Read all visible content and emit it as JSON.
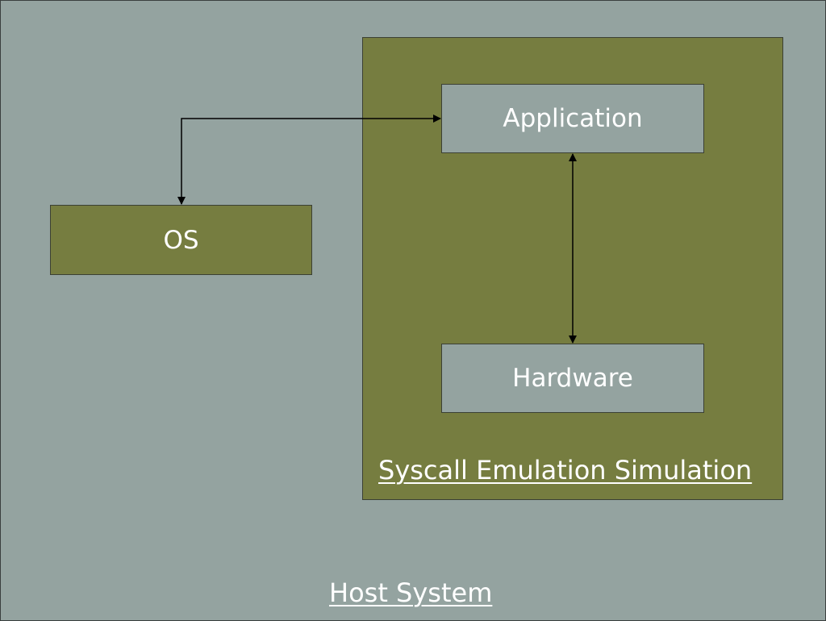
{
  "diagram": {
    "host_label": "Host System",
    "simulation_label": "Syscall Emulation Simulation",
    "application_label": "Application",
    "hardware_label": "Hardware",
    "os_label": "OS"
  },
  "colors": {
    "background": "#94a3a0",
    "olive": "#767d40",
    "border": "#3b4034",
    "text": "#ffffff",
    "arrow": "#000000"
  }
}
